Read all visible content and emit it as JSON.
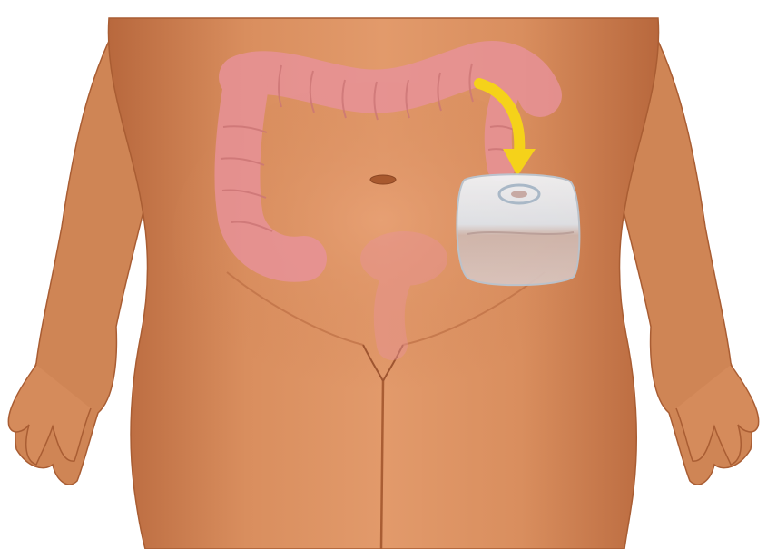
{
  "illustration": {
    "subject": "colostomy",
    "colors": {
      "background": "#ffffff",
      "skin": "#d9895a",
      "skin_shadow": "#b8683d",
      "skin_highlight": "#e9a57a",
      "colon": "#e8929a",
      "colon_shadow": "#c9707a",
      "arrow": "#f5d21a",
      "pouch": "#dfe7ef",
      "pouch_edge": "#b9c7d4",
      "pouch_contents": "#c8a59a"
    },
    "elements": {
      "body": "torso-and-hips",
      "large_intestine": "colon-overlay",
      "arrow": "yellow-curved-arrow",
      "pouch": "ostomy-bag",
      "navel": "navel"
    }
  }
}
